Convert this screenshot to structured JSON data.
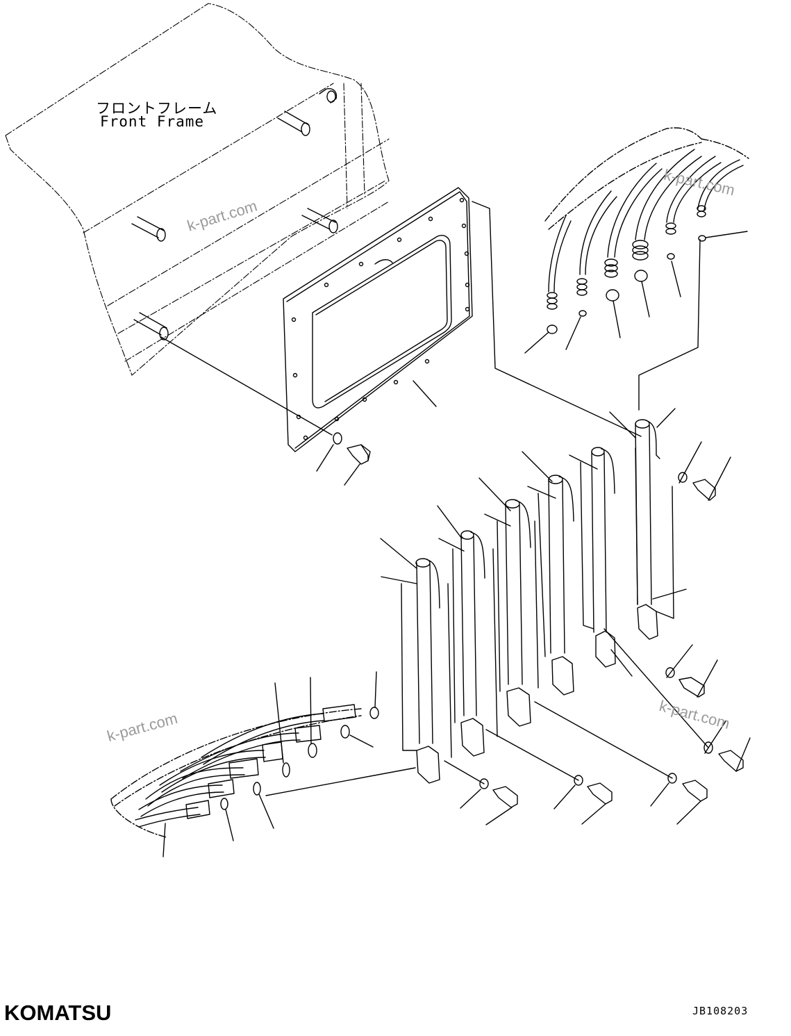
{
  "frame_label": {
    "japanese": "フロントフレーム",
    "english": "Front Frame"
  },
  "watermarks": [
    "k-part.com",
    "k-part.com",
    "k-part.com",
    "k-part.com"
  ],
  "brand": "KOMATSU",
  "drawing_ref": "JB108203",
  "colors": {
    "line": "#000000",
    "watermark": "#9a9a9a",
    "background": "#ffffff"
  }
}
